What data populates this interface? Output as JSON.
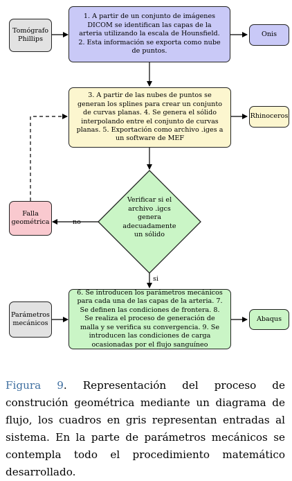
{
  "nodes": {
    "tomografo": "Tomógrafo Phillips",
    "step1": "1. A partir de un conjunto de imágenes DICOM se identifican las capas de la arteria utilizando la escala de Hounsfield. 2. Esta información se exporta como nube de puntos.",
    "onis": "Onis",
    "step3": "3. A partir de las nubes de puntos se generan los splines para crear un conjunto de curvas planas. 4. Se genera el sólido interpolando entre el conjunto de curvas planas. 5. Exportación como archivo .iges a un software de MEF",
    "rhinoceros": "Rhinoceros",
    "decision": "Verificar si el archivo .igcs genera adecuadamente un sólido",
    "falla": "Falla geométrica",
    "parametros": "Parámetros mecánicos",
    "step6": "6. Se introducen los parámetros mecánicos para cada una de las capas de la arteria. 7. Se definen las condiciones de frontera. 8. Se realiza el proceso de generación de malla y se verifica su convergencia. 9. Se introducen las condiciones de carga ocasionadas por el flujo sanguíneo",
    "abaqus": "Abaqus"
  },
  "edge_labels": {
    "no": "no",
    "si": "si"
  },
  "caption": {
    "figure_label": "Figura 9",
    "text": ". Representación del proceso de construción geométrica mediante un diagrama de flujo, los cuadros en gris representan entradas al sistema. En la parte de parámetros mecánicos se contempla todo el procedimiento matemático desarrollado."
  },
  "colors": {
    "input_gray": "#e2e2e2",
    "process_purple": "#c9c9f7",
    "process_yellow": "#fcf6cf",
    "failure_red": "#f9c9cf",
    "process_green": "#caf5c6",
    "caption_blue": "#3f6fa0"
  }
}
